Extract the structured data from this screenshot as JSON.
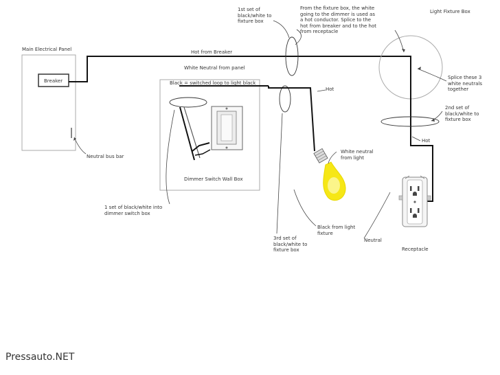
{
  "labels": {
    "main_panel": "Main Electrical Panel",
    "breaker": "Breaker",
    "hot_from_breaker": "Hot from Breaker",
    "white_neutral": "White Neutral from panel",
    "switched_loop": "Black = switched loop to light black",
    "first_set": "1st set of\nblack/white to\nfixture box",
    "fixture_note": "From the fixture box, the white\ngoing to the dimmer is used as\na hot conductor. Splice to the\nhot from breaker and to the hot\nfrom receptacle",
    "light_fixture_box": "Light Fixture Box",
    "splice_note": "Splice these 3\nwhite neutrals\ntogether",
    "second_set": "2nd set of\nblack/white to\nfixture box",
    "hot_1": "Hot",
    "hot_2": "Hot",
    "white_neutral_light": "White neutral\nfrom light",
    "neutral_bus": "Neutral bus bar",
    "dimmer_box": "Dimmer Switch Wall Box",
    "one_set": "1 set of black/white into\ndimmer switch box",
    "black_from_light": "Black from light\nfixture",
    "third_set": "3rd set of\nblack/white to\nfixture box",
    "neutral": "Neutral",
    "receptacle": "Receptacle"
  },
  "watermark": "Pressauto.NET"
}
